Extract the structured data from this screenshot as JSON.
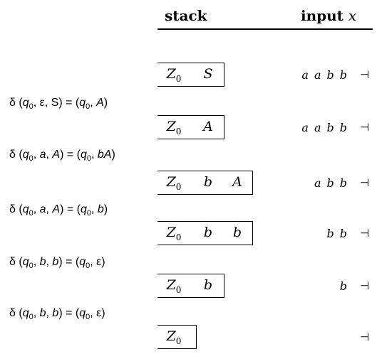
{
  "header": {
    "stack_label": "stack",
    "input_label": "input",
    "input_var": "x"
  },
  "end_marker": "⊣",
  "configs": [
    {
      "stack": [
        {
          "b": "Z",
          "s": "0"
        },
        {
          "b": "S",
          "s": ""
        }
      ],
      "input": [
        "a",
        "a",
        "b",
        "b"
      ]
    },
    {
      "stack": [
        {
          "b": "Z",
          "s": "0"
        },
        {
          "b": "A",
          "s": ""
        }
      ],
      "input": [
        "a",
        "a",
        "b",
        "b"
      ]
    },
    {
      "stack": [
        {
          "b": "Z",
          "s": "0"
        },
        {
          "b": "b",
          "s": ""
        },
        {
          "b": "A",
          "s": ""
        }
      ],
      "input": [
        "a",
        "b",
        "b"
      ]
    },
    {
      "stack": [
        {
          "b": "Z",
          "s": "0"
        },
        {
          "b": "b",
          "s": ""
        },
        {
          "b": "b",
          "s": ""
        }
      ],
      "input": [
        "b",
        "b"
      ]
    },
    {
      "stack": [
        {
          "b": "Z",
          "s": "0"
        },
        {
          "b": "b",
          "s": ""
        }
      ],
      "input": [
        "b"
      ]
    },
    {
      "stack": [
        {
          "b": "Z",
          "s": "0"
        }
      ],
      "input": []
    }
  ],
  "transitions": [
    {
      "q1": "q",
      "q1s": "0",
      "sym": "ε",
      "top": "S",
      "q2": "q",
      "q2s": "0",
      "push": "A"
    },
    {
      "q1": "q",
      "q1s": "0",
      "sym": "a",
      "top": "A",
      "q2": "q",
      "q2s": "0",
      "push": "bA"
    },
    {
      "q1": "q",
      "q1s": "0",
      "sym": "a",
      "top": "A",
      "q2": "q",
      "q2s": "0",
      "push": "b"
    },
    {
      "q1": "q",
      "q1s": "0",
      "sym": "b",
      "top": "b",
      "q2": "q",
      "q2s": "0",
      "push": "ε"
    },
    {
      "q1": "q",
      "q1s": "0",
      "sym": "b",
      "top": "b",
      "q2": "q",
      "q2s": "0",
      "push": "ε"
    }
  ]
}
